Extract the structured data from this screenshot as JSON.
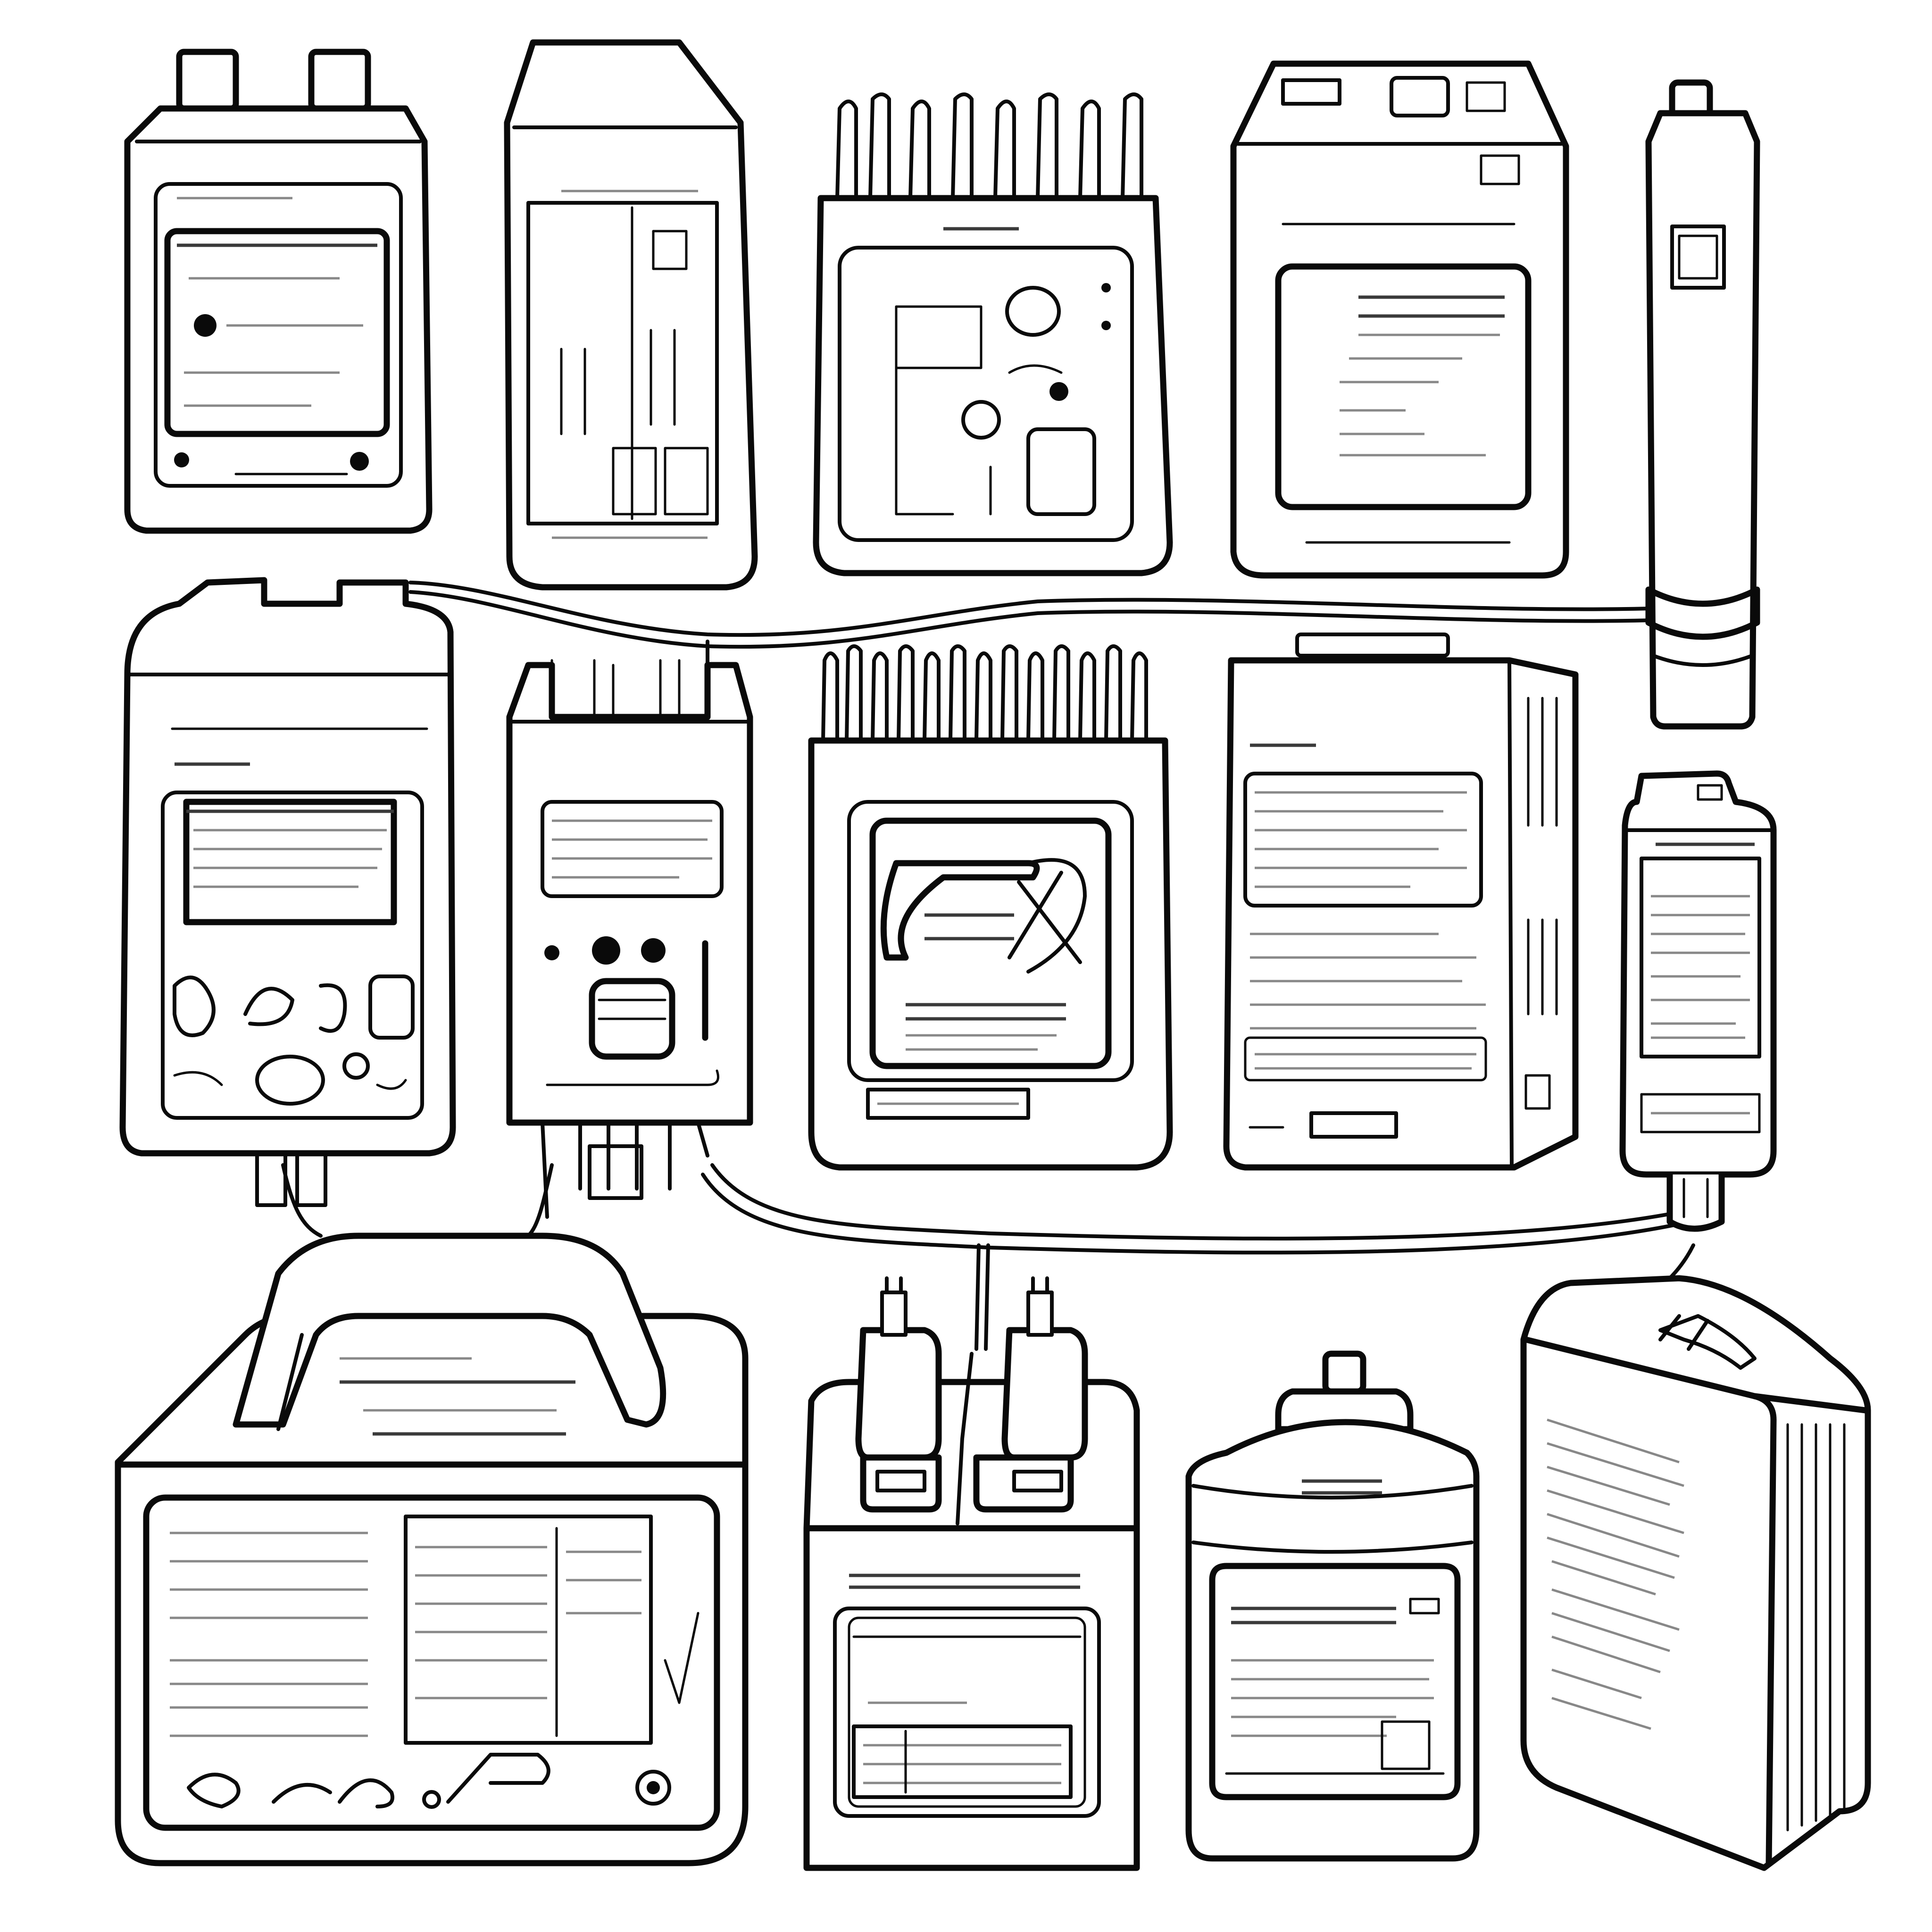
{
  "illustration": {
    "style": "black-and-white line-art coloring page",
    "background_color": "#ffffff",
    "line_color": "#0a0a0a",
    "devices": [
      {
        "id": "battery-pack-top-left",
        "icon": "battery-pack-icon"
      },
      {
        "id": "tall-charger-top",
        "icon": "charger-icon"
      },
      {
        "id": "brush-top-device",
        "icon": "device-icon"
      },
      {
        "id": "box-screen-device",
        "icon": "monitor-box-icon"
      },
      {
        "id": "cylinder-battery-top-right",
        "icon": "cylinder-battery-icon"
      },
      {
        "id": "panel-device-mid-left",
        "icon": "control-panel-icon"
      },
      {
        "id": "connector-block",
        "icon": "connector-icon"
      },
      {
        "id": "brush-top-device-2",
        "icon": "device-icon"
      },
      {
        "id": "tall-box-mid",
        "icon": "box-icon"
      },
      {
        "id": "slim-battery-right",
        "icon": "battery-icon"
      },
      {
        "id": "handle-case-bottom-left",
        "icon": "carry-case-icon"
      },
      {
        "id": "dual-plug-charger",
        "icon": "plug-icon"
      },
      {
        "id": "round-canister",
        "icon": "canister-icon"
      },
      {
        "id": "angled-box-bottom-right",
        "icon": "box-icon"
      }
    ]
  }
}
